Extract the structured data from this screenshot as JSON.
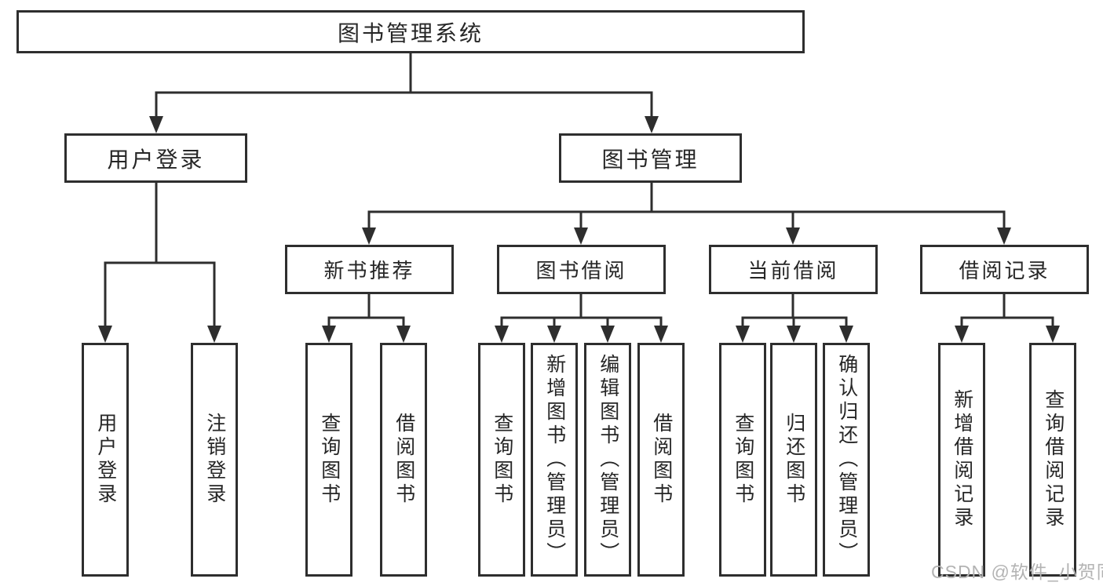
{
  "tree": {
    "label": "图书管理系统",
    "children": [
      {
        "label": "用户登录",
        "children": [
          {
            "label": "用户登录"
          },
          {
            "label": "注销登录"
          }
        ]
      },
      {
        "label": "图书管理",
        "children": [
          {
            "label": "新书推荐",
            "children": [
              {
                "label": "查询图书"
              },
              {
                "label": "借阅图书"
              }
            ]
          },
          {
            "label": "图书借阅",
            "children": [
              {
                "label": "查询图书"
              },
              {
                "label": "新增图书（管理员）"
              },
              {
                "label": "编辑图书（管理员）"
              },
              {
                "label": "借阅图书"
              }
            ]
          },
          {
            "label": "当前借阅",
            "children": [
              {
                "label": "查询图书"
              },
              {
                "label": "归还图书"
              },
              {
                "label": "确认归还（管理员）"
              }
            ]
          },
          {
            "label": "借阅记录",
            "children": [
              {
                "label": "新增借阅记录"
              },
              {
                "label": "查询借阅记录"
              }
            ]
          }
        ]
      }
    ]
  },
  "watermark": {
    "text": "CSDN @软件_小贺同学"
  },
  "colors": {
    "line": "#2e2e2e",
    "box_border": "#2e2e2e",
    "box_fill": "#ffffff",
    "text": "#262626",
    "watermark": "#b3b3b3"
  }
}
